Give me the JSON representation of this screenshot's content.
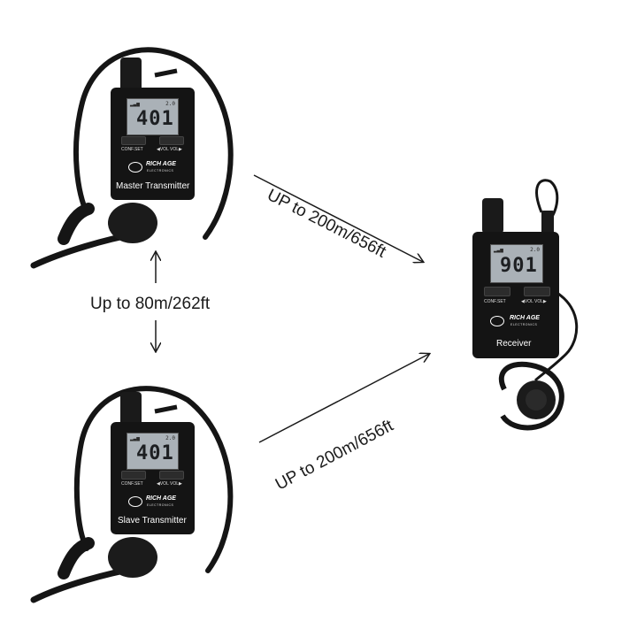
{
  "links": {
    "master_to_receiver": "UP to 200m/656ft",
    "master_to_slave": "Up to 80m/262ft",
    "slave_to_receiver": "UP to 200m/656ft"
  },
  "devices": {
    "master": {
      "name": "Master Transmitter",
      "display": "401",
      "conf_label": "CONF.SET",
      "vol_label": "◀VOL  VOL▶",
      "brand": "RICH AGE",
      "brand_sub": "ELECTRONICS",
      "display_tag": "2.0"
    },
    "slave": {
      "name": "Slave Transmitter",
      "display": "401",
      "conf_label": "CONF.SET",
      "vol_label": "◀VOL  VOL▶",
      "brand": "RICH AGE",
      "brand_sub": "ELECTRONICS",
      "display_tag": "2.0"
    },
    "receiver": {
      "name": "Receiver",
      "display": "901",
      "conf_label": "CONF.SET",
      "vol_label": "◀VOL  VOL▶",
      "brand": "RICH AGE",
      "brand_sub": "ELECTRONICS",
      "display_tag": "2.0"
    }
  }
}
